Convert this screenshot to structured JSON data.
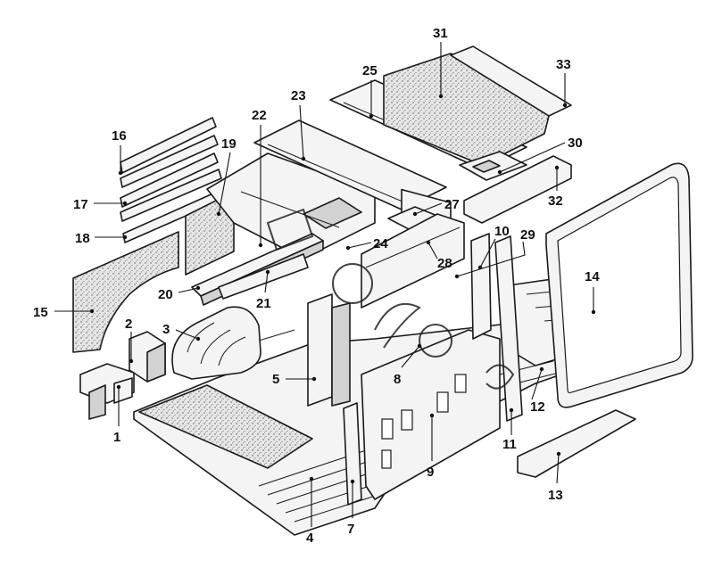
{
  "callouts": [
    "1",
    "2",
    "3",
    "4",
    "5",
    "7",
    "8",
    "9",
    "10",
    "11",
    "12",
    "13",
    "14",
    "15",
    "16",
    "17",
    "18",
    "19",
    "20",
    "21",
    "22",
    "23",
    "24",
    "25",
    "27",
    "28",
    "29",
    "30",
    "31",
    "32",
    "33"
  ],
  "colors": {
    "line": "#1a1a1a",
    "panel_fill": "#f4f4f4",
    "shaded_fill": "#d2d2d2",
    "background": "#ffffff"
  }
}
